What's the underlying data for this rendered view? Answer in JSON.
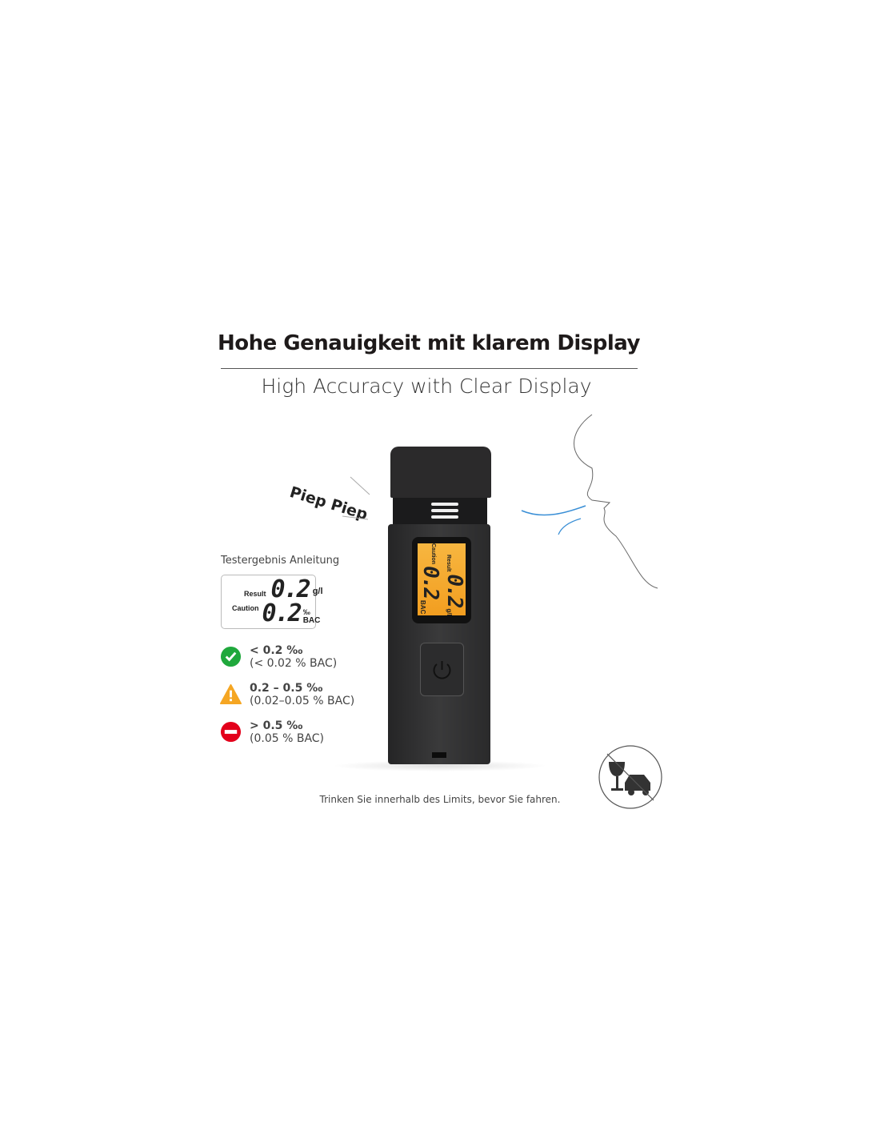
{
  "title_de": "Hohe Genauigkeit mit klarem Display",
  "title_en": "High Accuracy with Clear Display",
  "beep_text": "Piep Piep",
  "guide": {
    "label": "Testergebnis Anleitung",
    "display": {
      "result_label": "Result",
      "result_value": "0.2",
      "result_unit": "g/l",
      "caution_label": "Caution",
      "caution_value": "0.2",
      "caution_unit_top": "‰",
      "caution_unit_bottom": "BAC"
    },
    "levels": [
      {
        "icon": "check-circle-icon",
        "color": "#1fa83c",
        "line1": "< 0.2 ‰",
        "line2": "(< 0.02 % BAC)"
      },
      {
        "icon": "warning-triangle-icon",
        "color": "#f5a623",
        "line1": "0.2 – 0.5 ‰",
        "line2": "(0.02–0.05 % BAC)"
      },
      {
        "icon": "no-entry-icon",
        "color": "#e3001b",
        "line1": "> 0.5 ‰",
        "line2": "(0.05 % BAC)"
      }
    ]
  },
  "footer": "Trinken Sie innerhalb des Limits, bevor Sie fahren.",
  "colors": {
    "lcd": "#f5a830",
    "device": "#2b2a2b",
    "breath": "#3a8fd6"
  }
}
